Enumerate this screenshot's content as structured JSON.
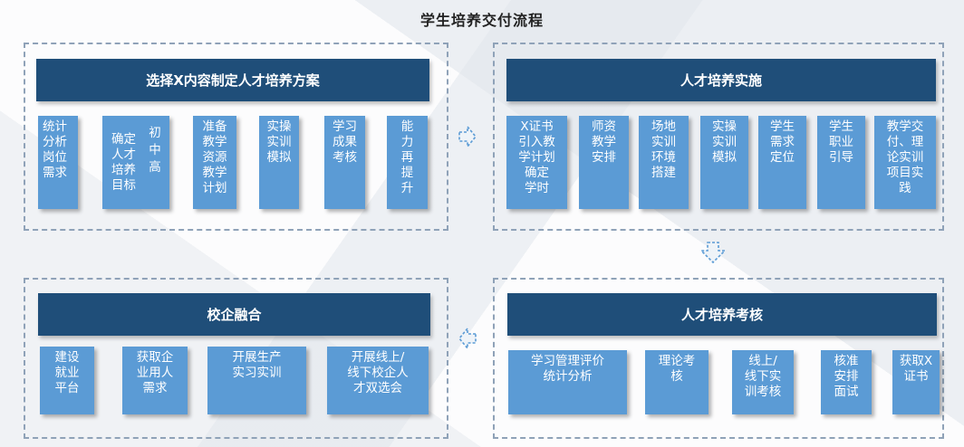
{
  "title": "学生培养交付流程",
  "colors": {
    "banner": "#1f4e79",
    "card": "#5b9bd5",
    "border": "#8fa2b8"
  },
  "g1": {
    "heading": "选择X内容制定人才培养方案",
    "items": [
      "统计\n分析\n岗位\n需求",
      "确定\n人才\n培养\n目标",
      "初\n中\n高",
      "准备\n教学\n资源\n教学\n计划",
      "实操\n实训\n模拟",
      "学习\n成果\n考核",
      "能\n力\n再\n提\n升"
    ]
  },
  "g2": {
    "heading": "人才培养实施",
    "items": [
      "X证书\n引入教\n学计划\n确定\n学时",
      "师资\n教学\n安排",
      "场地\n实训\n环境\n搭建",
      "实操\n实训\n模拟",
      "学生\n需求\n定位",
      "学生\n职业\n引导",
      "教学交\n付、理\n论实训\n项目实\n践"
    ]
  },
  "g3": {
    "heading": "校企融合",
    "items": [
      "建设\n就业\n平台",
      "获取企\n业用人\n需求",
      "开展生产\n实习实训",
      "开展线上/\n线下校企人\n才双选会"
    ]
  },
  "g4": {
    "heading": "人才培养考核",
    "items": [
      "学习管理评价\n统计分析",
      "理论考\n核",
      "线上/\n线下实\n训考核",
      "核准\n安排\n面试",
      "获取X\n证书"
    ]
  },
  "arrows": [
    "arrow-right-icon",
    "arrow-down-icon",
    "arrow-left-icon"
  ]
}
